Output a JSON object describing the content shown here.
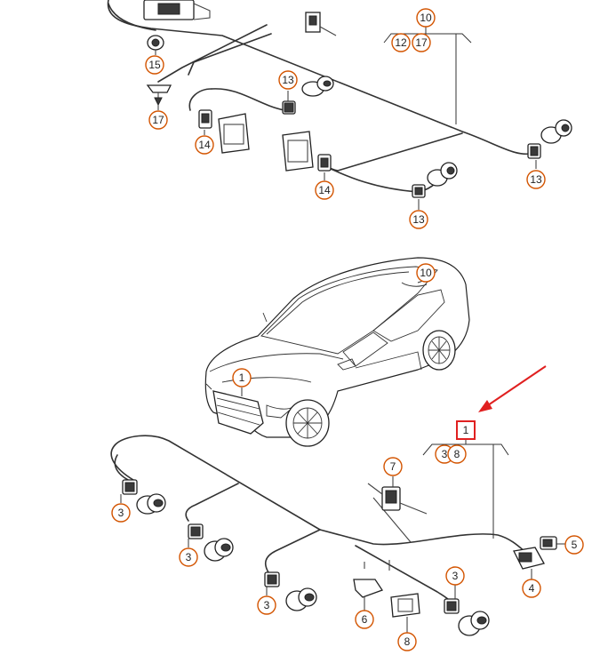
{
  "diagram": {
    "highlight_color": "#e02020",
    "callout_color": "#d35400",
    "top_harness": {
      "group_label": "10",
      "group_members": [
        "12",
        "17"
      ],
      "labels": {
        "c15": "15",
        "c17": "17",
        "c14a": "14",
        "c14b": "14",
        "c13a": "13",
        "c13b": "13",
        "c13c": "13"
      }
    },
    "car": {
      "labels": {
        "c10": "10",
        "c1": "1"
      }
    },
    "bottom_harness": {
      "group_label": "1",
      "group_members": [
        "3",
        "8"
      ],
      "labels": {
        "c7": "7",
        "c5": "5",
        "c4": "4",
        "c3a": "3",
        "c3b": "3",
        "c3c": "3",
        "c3d": "3",
        "c6": "6",
        "c8": "8"
      }
    }
  }
}
